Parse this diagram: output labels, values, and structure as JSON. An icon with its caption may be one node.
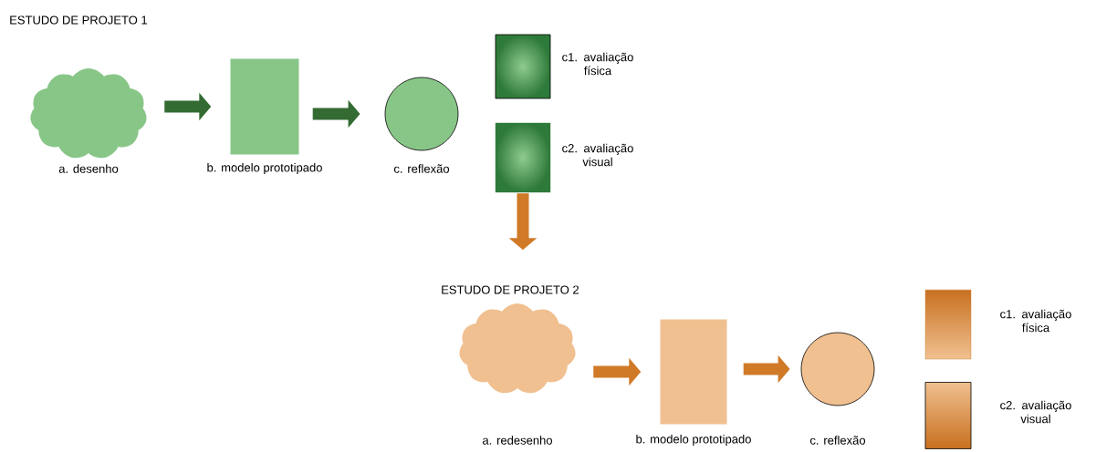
{
  "diagram": {
    "nodes": [
      {
        "text": [
          "a. desenho"
        ]
      },
      {
        "text": [
          "b. modelo prototipado"
        ]
      },
      {
        "text": [
          "c. reflexão"
        ]
      },
      {
        "text": [
          "c1. avaliação física"
        ]
      },
      {
        "text": [
          "c2. avaliação visual"
        ]
      },
      {
        "text": [
          "a. redesenho"
        ]
      },
      {
        "text": [
          "b. modelo prototipado"
        ]
      },
      {
        "text": [
          "c. reflexão"
        ]
      },
      {
        "text": [
          "c1. avaliação física"
        ]
      },
      {
        "text": [
          "c2. avaliação visual"
        ]
      }
    ],
    "edges": [
      {
        "from": 0,
        "to": 1,
        "arrow": "to",
        "color": "#336b33"
      },
      {
        "from": 1,
        "to": 2,
        "arrow": "to",
        "color": "#336b33"
      },
      {
        "from": 4,
        "to": null,
        "arrow": "to",
        "color": "#d07a28"
      },
      {
        "from": 5,
        "to": 6,
        "arrow": "to",
        "color": "#d07a28"
      },
      {
        "from": 6,
        "to": 7,
        "arrow": "to",
        "color": "#d07a28"
      }
    ],
    "labels": [
      "ESTUDO DE PROJETO 1",
      "ESTUDO DE PROJETO 2"
    ]
  }
}
